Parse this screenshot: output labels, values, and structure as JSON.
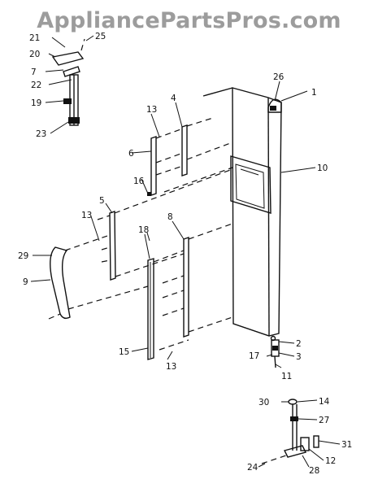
{
  "watermark": "AppliancePartsPros.com",
  "labels": {
    "l1": "1",
    "l2": "2",
    "l3": "3",
    "l4": "4",
    "l5": "5",
    "l6": "6",
    "l7": "7",
    "l8": "8",
    "l9": "9",
    "l10": "10",
    "l11": "11",
    "l12": "12",
    "l13a": "13",
    "l13b": "13",
    "l13c": "13",
    "l14": "14",
    "l15": "15",
    "l16": "16",
    "l17": "17",
    "l18": "18",
    "l19": "19",
    "l20": "20",
    "l21": "21",
    "l22": "22",
    "l23": "23",
    "l24": "24",
    "l25": "25",
    "l26": "26",
    "l27": "27",
    "l28": "28",
    "l29": "29",
    "l30": "30",
    "l31": "31"
  }
}
